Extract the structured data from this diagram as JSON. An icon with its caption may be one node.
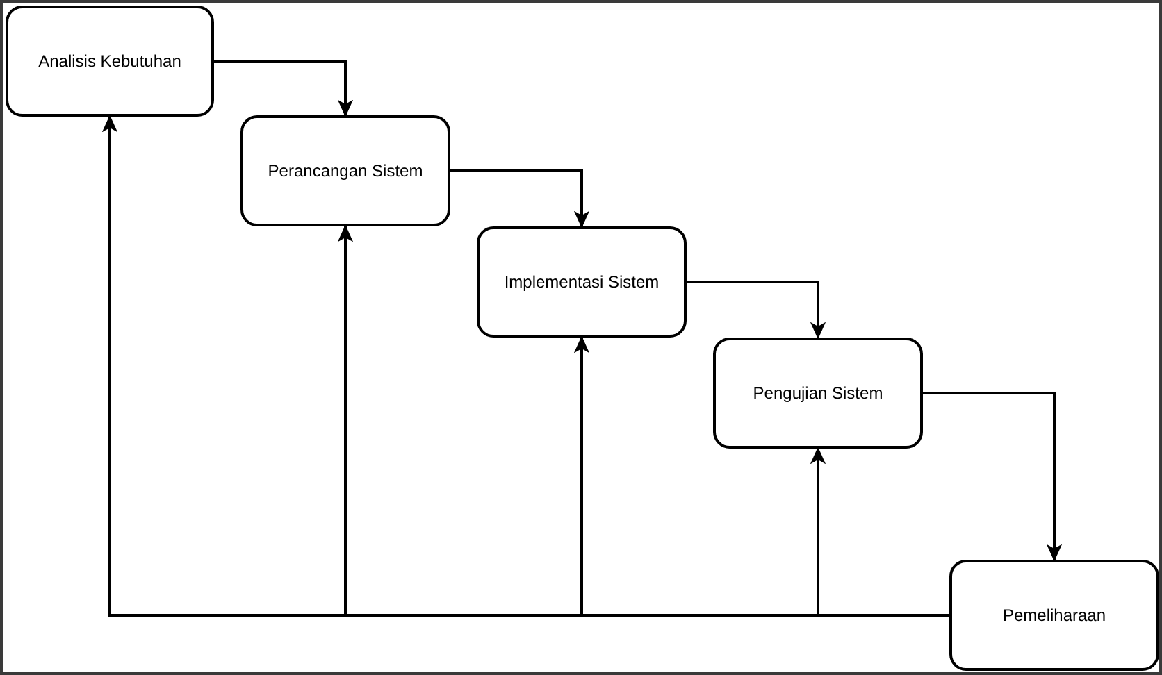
{
  "diagram": {
    "nodes": [
      {
        "text": [
          "Analisis Kebutuhan"
        ]
      },
      {
        "text": [
          "Perancangan Sistem"
        ]
      },
      {
        "text": [
          "Implementasi Sistem"
        ]
      },
      {
        "text": [
          "Pengujian Sistem"
        ]
      },
      {
        "text": [
          "Pemeliharaan"
        ]
      }
    ],
    "edges": [
      {
        "from": 0,
        "to": 1,
        "arrow": "to"
      },
      {
        "from": 1,
        "to": 2,
        "arrow": "to"
      },
      {
        "from": 2,
        "to": 3,
        "arrow": "to"
      },
      {
        "from": 3,
        "to": 4,
        "arrow": "to"
      },
      {
        "from": 4,
        "to": 0,
        "arrow": "to"
      },
      {
        "from": 4,
        "to": 1,
        "arrow": "to"
      },
      {
        "from": 4,
        "to": 2,
        "arrow": "to"
      },
      {
        "from": 4,
        "to": 3,
        "arrow": "to"
      }
    ]
  }
}
